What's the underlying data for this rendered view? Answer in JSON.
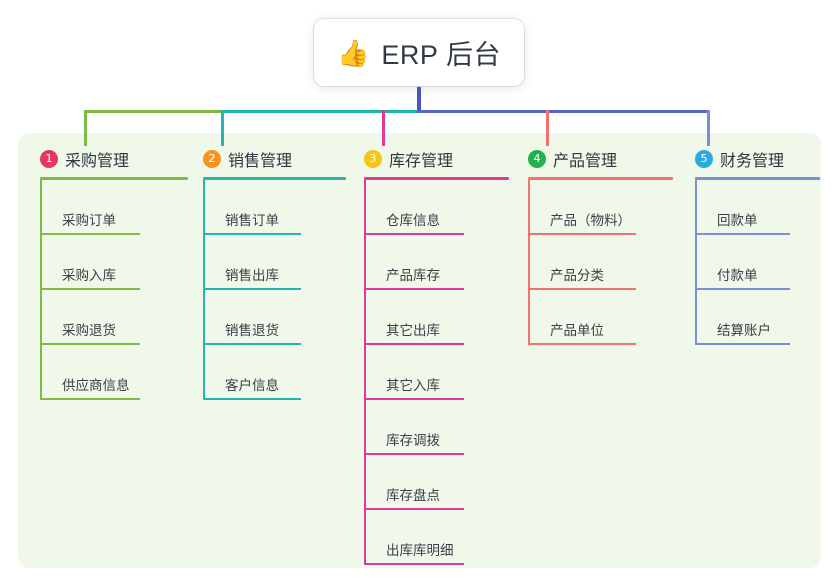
{
  "title": {
    "emoji": "👍",
    "emoji_name": "thumbs-up-icon",
    "text": "ERP 后台"
  },
  "colors": {
    "panel_bg": "#eff8e9",
    "page_bg": "#ffffff",
    "stem": "#4a55c4",
    "trunk_left": "#7fbb42",
    "trunk_mid": "#19b5ae",
    "trunk_right": "#5a63c8",
    "col1": "#7fbb42",
    "col2": "#24b6ad",
    "col3": "#e0399a",
    "col4": "#f2726f",
    "col5": "#7b8fd4",
    "badge1": "#e8365d",
    "badge2": "#f79421",
    "badge3": "#f5c518",
    "badge4": "#22b14c",
    "badge5": "#29abe2",
    "text": "#3a4049"
  },
  "columns": [
    {
      "index": "1",
      "badge": "1",
      "badge_color": "#e8365d",
      "accent": "#7fbb42",
      "title": "采购管理",
      "items": [
        "采购订单",
        "采购入库",
        "采购退货",
        "供应商信息"
      ]
    },
    {
      "index": "2",
      "badge": "2",
      "badge_color": "#f79421",
      "accent": "#24b6ad",
      "title": "销售管理",
      "items": [
        "销售订单",
        "销售出库",
        "销售退货",
        "客户信息"
      ]
    },
    {
      "index": "3",
      "badge": "3",
      "badge_color": "#f5c518",
      "accent": "#e0399a",
      "title": "库存管理",
      "items": [
        "仓库信息",
        "产品库存",
        "其它出库",
        "其它入库",
        "库存调拨",
        "库存盘点",
        "出库库明细"
      ]
    },
    {
      "index": "4",
      "badge": "4",
      "badge_color": "#22b14c",
      "accent": "#f2726f",
      "title": "产品管理",
      "items": [
        "产品（物料）",
        "产品分类",
        "产品单位"
      ]
    },
    {
      "index": "5",
      "badge": "5",
      "badge_color": "#29abe2",
      "accent": "#7b8fd4",
      "title": "财务管理",
      "items": [
        "回款单",
        "付款单",
        "结算账户"
      ]
    }
  ]
}
